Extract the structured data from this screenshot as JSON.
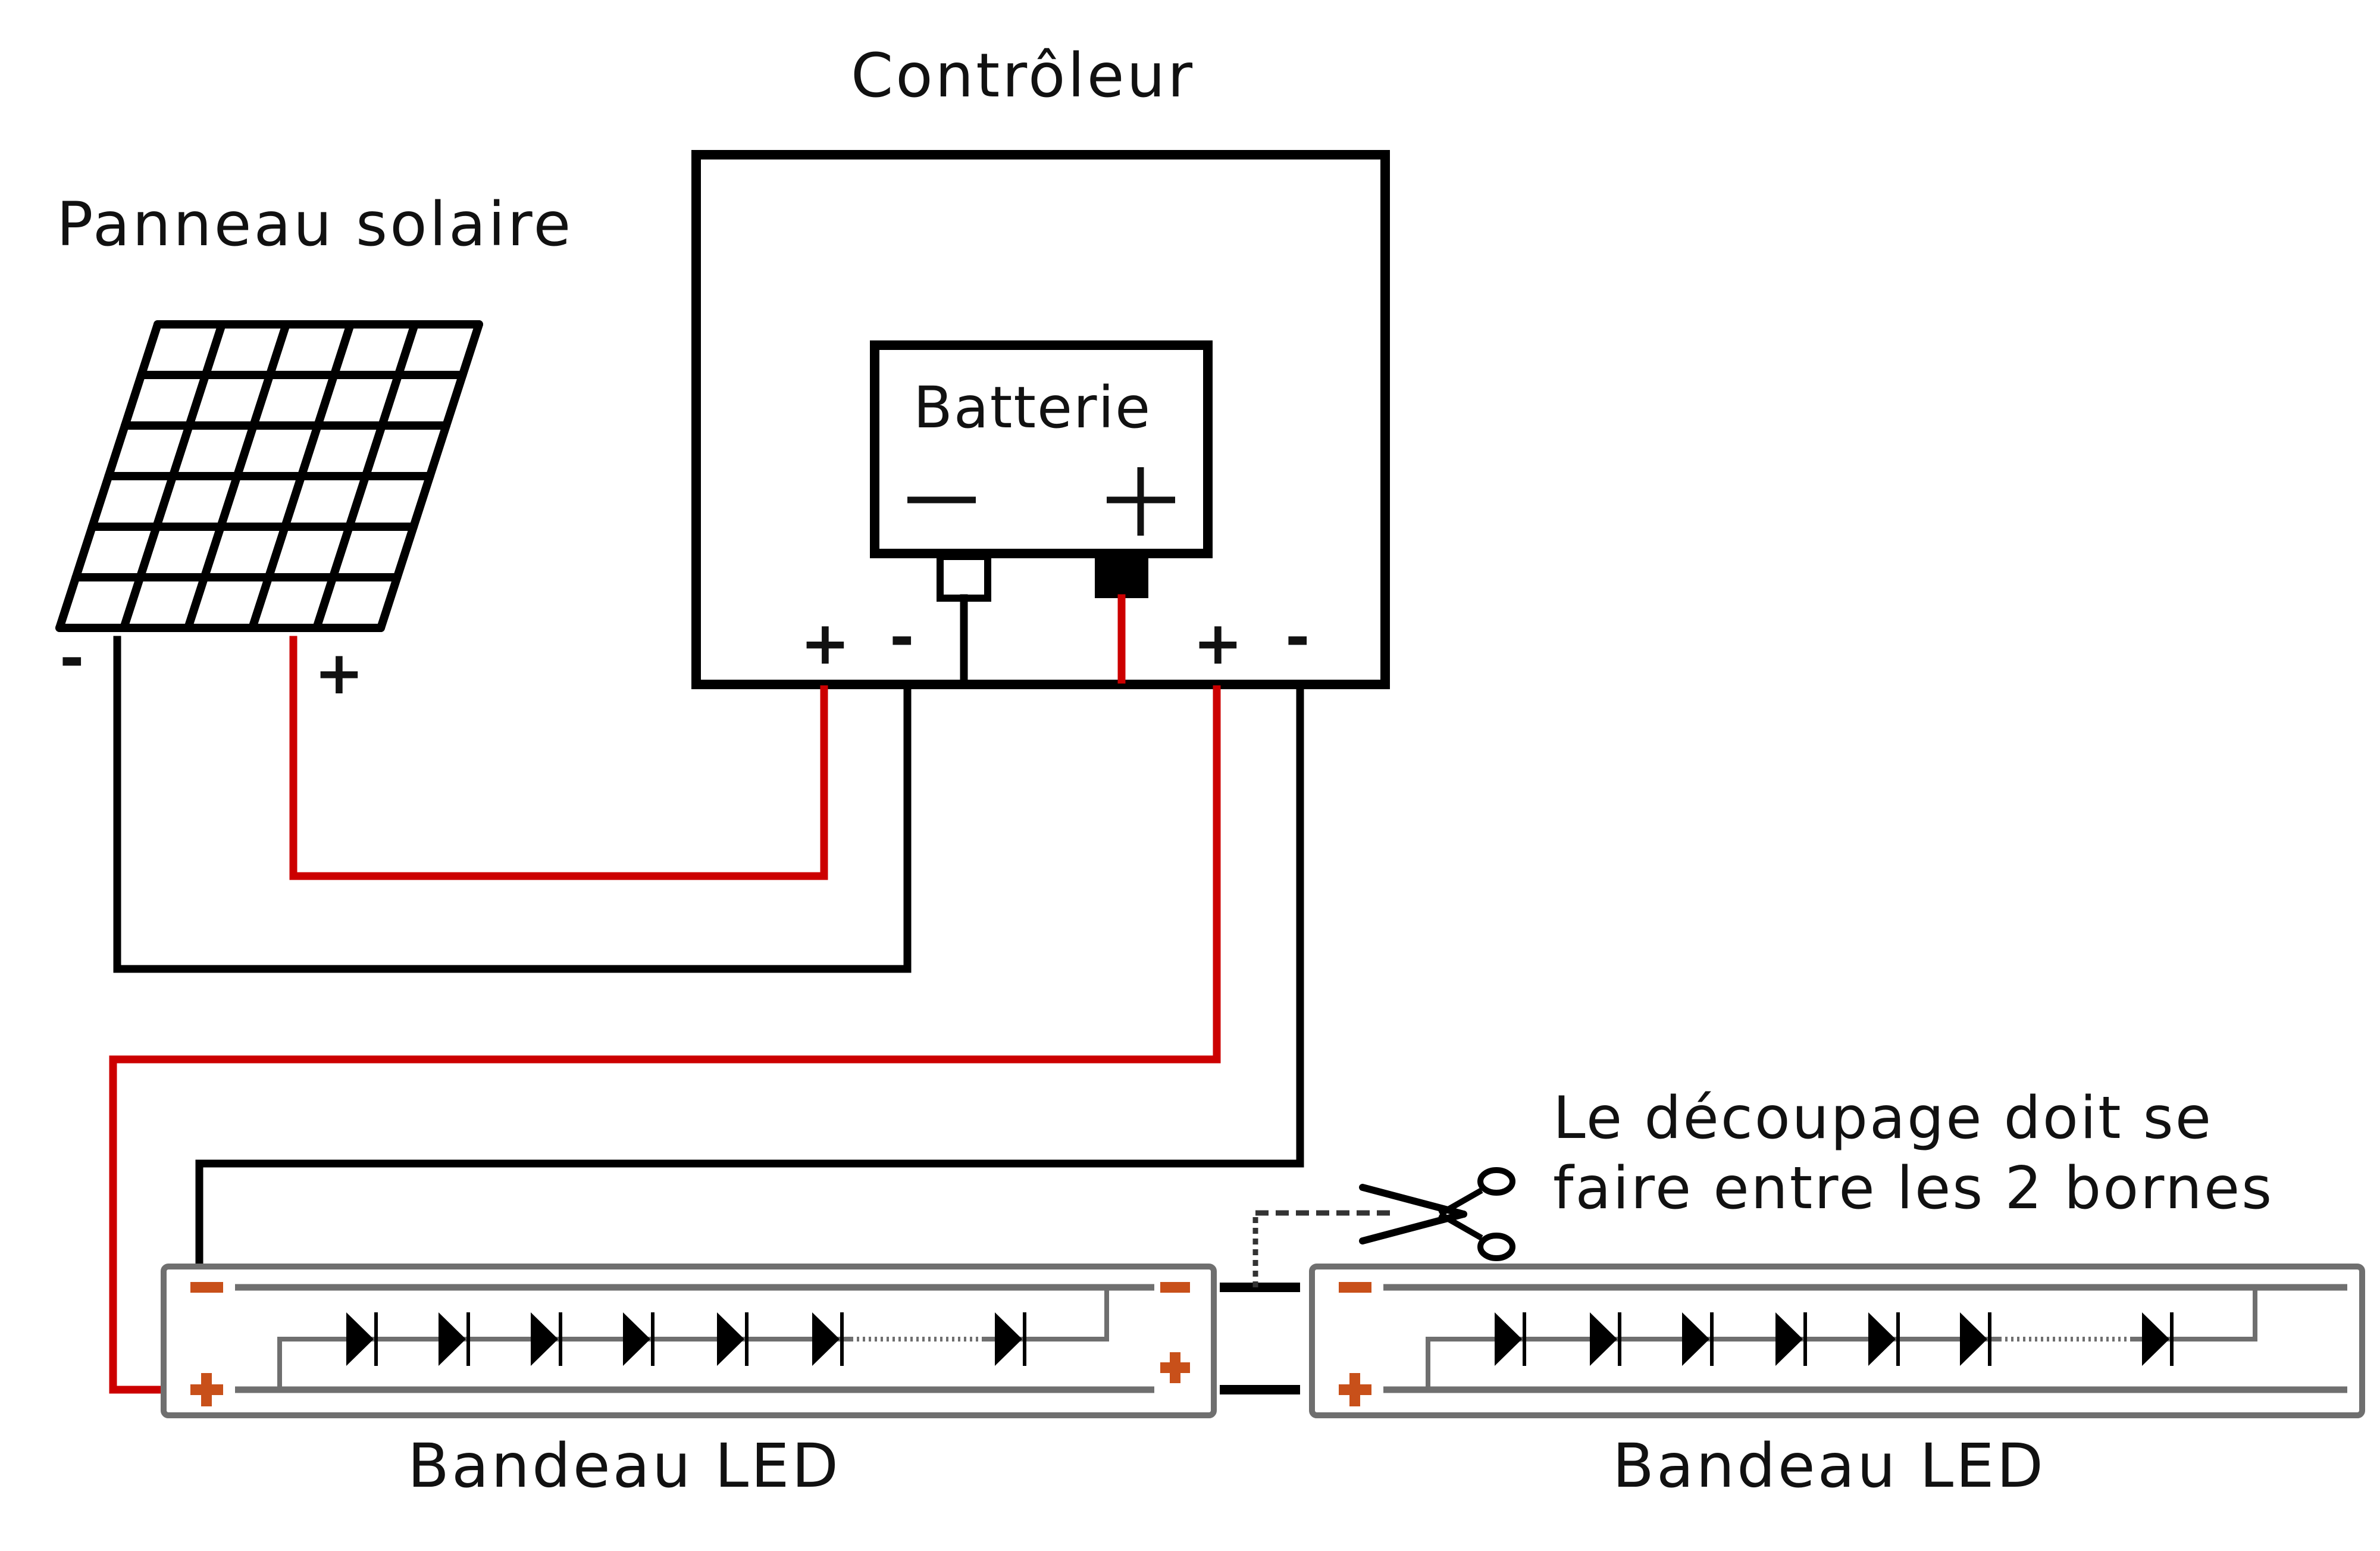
{
  "labels": {
    "solar_panel": "Panneau solaire",
    "controller": "Contrôleur",
    "battery": "Batterie",
    "led_strip_left": "Bandeau LED",
    "led_strip_right": "Bandeau LED",
    "cut_note_line1": "Le découpage doit se",
    "cut_note_line2": "faire entre les 2 bornes"
  },
  "polarity": {
    "panel_negative": "-",
    "panel_positive": "+",
    "ctrl_panel_positive": "+",
    "ctrl_panel_negative": "-",
    "ctrl_load_positive": "+",
    "ctrl_load_negative": "-"
  },
  "battery_symbols": {
    "negative": "minus-icon",
    "positive": "plus-icon"
  },
  "led_strip": {
    "leds_shown": 7,
    "has_ellipsis": true
  },
  "colors": {
    "positive_wire": "#cc0000",
    "negative_wire": "#000000",
    "terminal_marker": "#c8501a",
    "strip_outline": "#6f6f6f"
  },
  "icons": {
    "cut": "scissors-icon",
    "panel": "solar-panel-icon",
    "led": "diode-icon"
  }
}
